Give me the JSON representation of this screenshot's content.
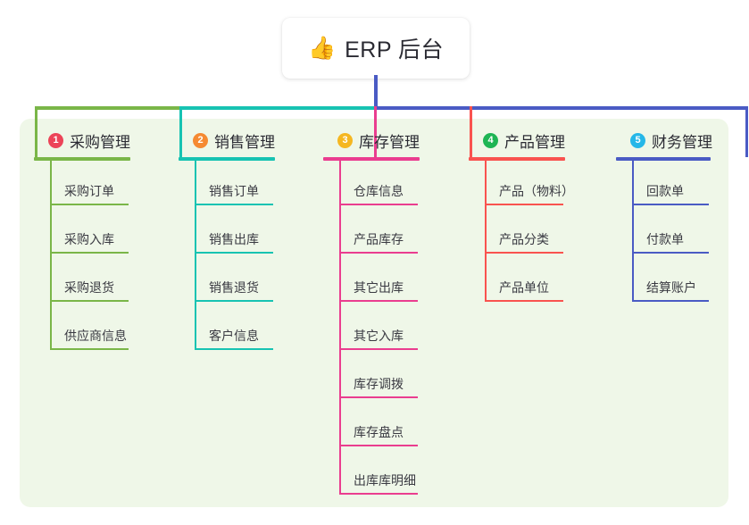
{
  "root": {
    "icon": "thumbs-up-emoji",
    "emoji": "👍",
    "title": "ERP 后台"
  },
  "palette": {
    "panel_background": "#eff7e8",
    "page_background": "#ffffff",
    "root_stem": "#4a5bc4",
    "trunk_left": "#7ab648",
    "trunk_mid": "#17c3b2",
    "trunk_right": "#4a5bc4",
    "text": "#2b2b33"
  },
  "branches": [
    {
      "index": "1",
      "title": "采购管理",
      "color": "#7ab648",
      "badge_color": "#ec4458",
      "items": [
        {
          "label": "采购订单"
        },
        {
          "label": "采购入库"
        },
        {
          "label": "采购退货"
        },
        {
          "label": "供应商信息"
        }
      ]
    },
    {
      "index": "2",
      "title": "销售管理",
      "color": "#17c3b2",
      "badge_color": "#f58a32",
      "items": [
        {
          "label": "销售订单"
        },
        {
          "label": "销售出库"
        },
        {
          "label": "销售退货"
        },
        {
          "label": "客户信息"
        }
      ]
    },
    {
      "index": "3",
      "title": "库存管理",
      "color": "#ea3d8f",
      "badge_color": "#f5b721",
      "items": [
        {
          "label": "仓库信息"
        },
        {
          "label": "产品库存"
        },
        {
          "label": "其它出库"
        },
        {
          "label": "其它入库"
        },
        {
          "label": "库存调拨"
        },
        {
          "label": "库存盘点"
        },
        {
          "label": "出库库明细"
        }
      ]
    },
    {
      "index": "4",
      "title": "产品管理",
      "color": "#f9534f",
      "badge_color": "#1eb554",
      "items": [
        {
          "label": "产品（物料）"
        },
        {
          "label": "产品分类"
        },
        {
          "label": "产品单位"
        }
      ]
    },
    {
      "index": "5",
      "title": "财务管理",
      "color": "#4a5bc4",
      "badge_color": "#25b7e8",
      "items": [
        {
          "label": "回款单"
        },
        {
          "label": "付款单"
        },
        {
          "label": "结算账户"
        }
      ]
    }
  ]
}
